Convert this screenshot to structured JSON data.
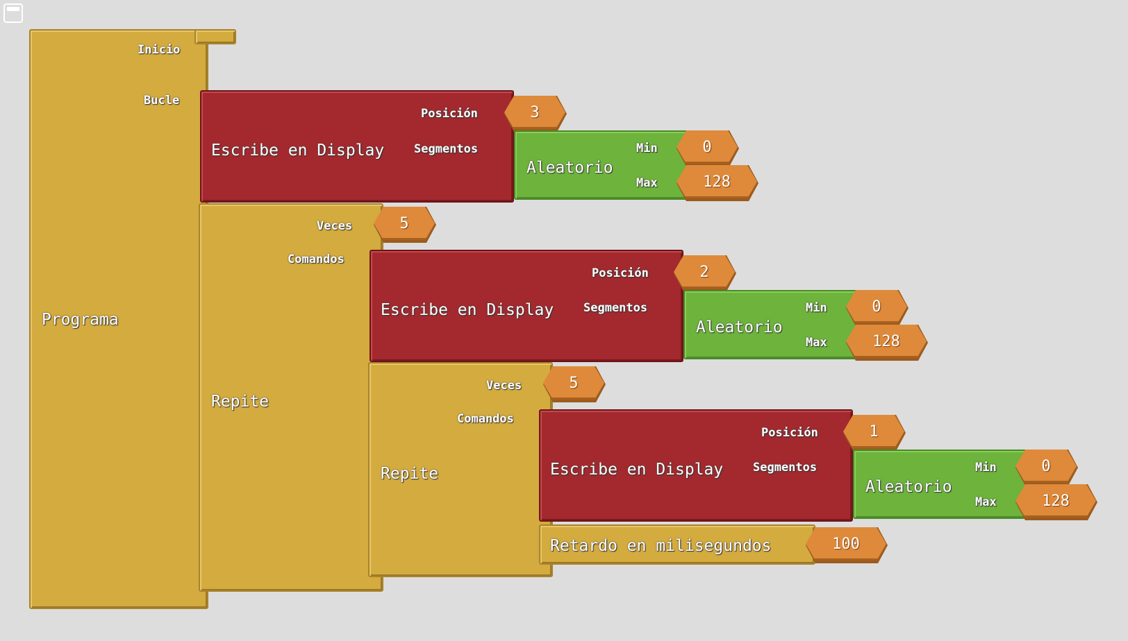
{
  "programa": {
    "title": "Programa",
    "inicio_label": "Inicio",
    "bucle_label": "Bucle"
  },
  "write1": {
    "title": "Escribe en Display",
    "pos_label": "Posición",
    "seg_label": "Segmentos",
    "pos_value": "3",
    "rand": {
      "title": "Aleatorio",
      "min_label": "Min",
      "max_label": "Max",
      "min": "0",
      "max": "128"
    }
  },
  "repeat1": {
    "title": "Repite",
    "times_label": "Veces",
    "times": "5",
    "commands_label": "Comandos"
  },
  "write2": {
    "title": "Escribe en Display",
    "pos_label": "Posición",
    "seg_label": "Segmentos",
    "pos_value": "2",
    "rand": {
      "title": "Aleatorio",
      "min_label": "Min",
      "max_label": "Max",
      "min": "0",
      "max": "128"
    }
  },
  "repeat2": {
    "title": "Repite",
    "times_label": "Veces",
    "times": "5",
    "commands_label": "Comandos"
  },
  "write3": {
    "title": "Escribe en Display",
    "pos_label": "Posición",
    "seg_label": "Segmentos",
    "pos_value": "1",
    "rand": {
      "title": "Aleatorio",
      "min_label": "Min",
      "max_label": "Max",
      "min": "0",
      "max": "128"
    }
  },
  "delay": {
    "title": "Retardo en milisegundos",
    "value": "100"
  },
  "colors": {
    "control": "#d4ab3e",
    "display": "#a3292e",
    "random": "#6db33c",
    "number": "#de8a3a",
    "background": "#dddddd"
  },
  "icons": {
    "corner": "window-icon"
  }
}
